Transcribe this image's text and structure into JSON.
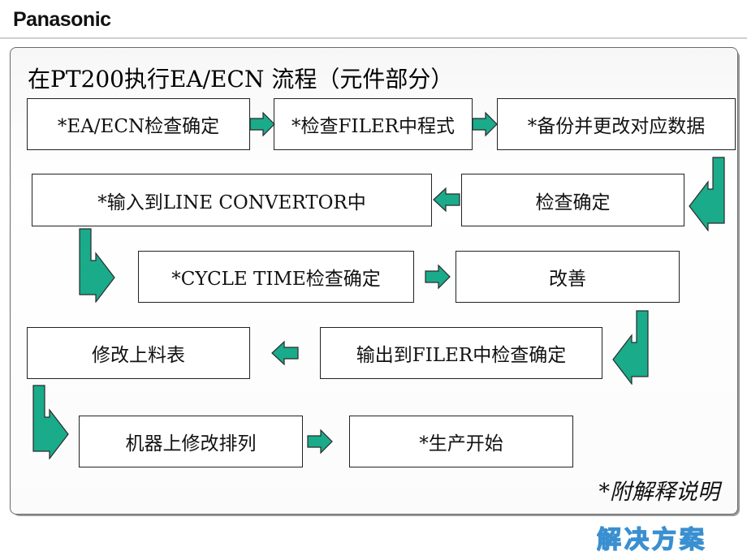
{
  "header": {
    "brand": "Panasonic"
  },
  "slide": {
    "title": "在PT200执行EA/ECN 流程（元件部分）",
    "footnote": "*附解释说明",
    "logo_text": "解决方案"
  },
  "steps": [
    "*EA/ECN检查确定",
    "*检查FILER中程式",
    "*备份并更改对应数据",
    "检查确定",
    "*输入到LINE CONVERTOR中",
    "*CYCLE TIME检查确定",
    "改善",
    "输出到FILER中检查确定",
    "修改上料表",
    "机器上修改排列",
    "*生产开始"
  ],
  "colors": {
    "arrow_fill": "#1aab8a",
    "arrow_stroke": "#2a2a2a",
    "logo": "#3a8fd0"
  }
}
